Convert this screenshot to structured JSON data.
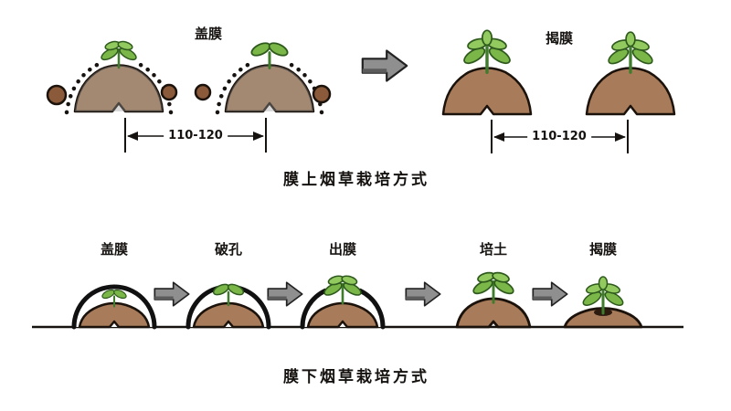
{
  "top_section": {
    "cover_label": "盖膜",
    "uncover_label": "揭膜",
    "measure_left": "110-120",
    "measure_right": "110-120",
    "title": "膜上烟草栽培方式"
  },
  "bottom_section": {
    "stages": [
      {
        "label": "盖膜"
      },
      {
        "label": "破孔"
      },
      {
        "label": "出膜"
      },
      {
        "label": "培土"
      },
      {
        "label": "揭膜"
      }
    ],
    "title": "膜下烟草栽培方式"
  },
  "colors": {
    "soil_brown": "#a87c5a",
    "outline_dark": "#1b120b",
    "leaf_green": "#7ab648",
    "leaf_green_light": "#93ca60",
    "film_overlay_gray": "rgba(155,155,155,0.38)",
    "arrow_gray": "#8f8f8f",
    "background": "#ffffff"
  }
}
